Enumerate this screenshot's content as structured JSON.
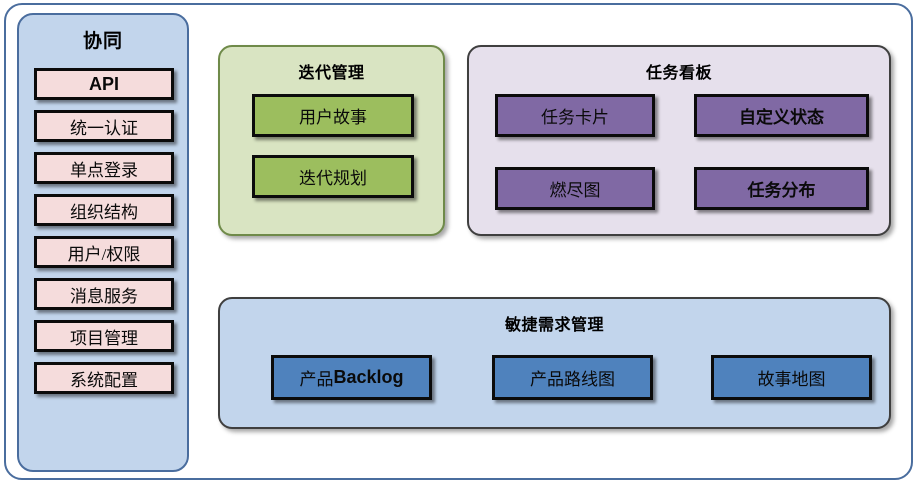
{
  "sidebar": {
    "title": "协同",
    "items": [
      {
        "label": "API",
        "style": "bold-sans"
      },
      {
        "label": "统一认证",
        "style": "serif"
      },
      {
        "label": "单点登录",
        "style": "serif"
      },
      {
        "label": "组织结构",
        "style": "serif"
      },
      {
        "label": "用户/权限",
        "style": "serif-mixed"
      },
      {
        "label": "消息服务",
        "style": "serif"
      },
      {
        "label": "项目管理",
        "style": "serif"
      },
      {
        "label": "系统配置",
        "style": "serif"
      }
    ]
  },
  "panels": {
    "iteration": {
      "title": "迭代管理",
      "color": "#d9e4c2",
      "item_color": "#9cbe5e",
      "items": [
        {
          "label": "用户故事"
        },
        {
          "label": "迭代规划"
        }
      ]
    },
    "taskboard": {
      "title": "任务看板",
      "color": "#e6e0ec",
      "item_color": "#8069a4",
      "items": [
        {
          "label": "任务卡片"
        },
        {
          "label": "自定义状态"
        },
        {
          "label": "燃尽图"
        },
        {
          "label": "任务分布"
        }
      ]
    },
    "agile": {
      "title": "敏捷需求管理",
      "color": "#c2d5ec",
      "item_color": "#4f82bd",
      "items": [
        {
          "label_prefix": "产品",
          "label_suffix": "Backlog"
        },
        {
          "label": "产品路线图"
        },
        {
          "label": "故事地图"
        }
      ]
    }
  },
  "colors": {
    "frame_border": "#4a6d9e",
    "sidebar_fill": "#c2d5ec",
    "sidebar_item_fill": "#f5dcdc",
    "box_border": "#0b0b0b"
  }
}
